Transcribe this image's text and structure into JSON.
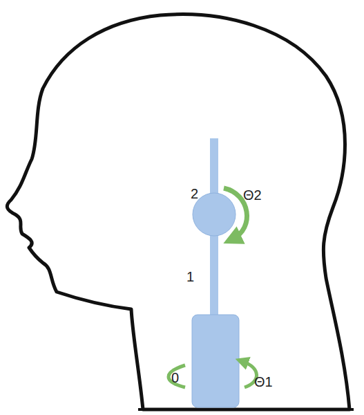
{
  "diagram": {
    "labels": [
      "2",
      "Θ2",
      "1",
      "0",
      "Θ1"
    ]
  }
}
